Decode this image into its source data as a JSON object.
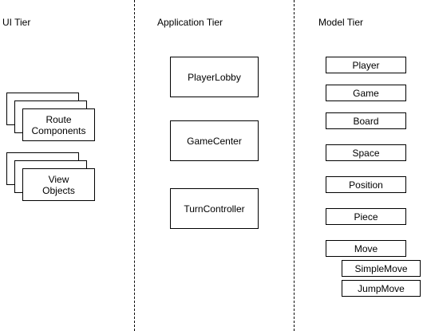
{
  "tiers": {
    "ui": {
      "label": "UI Tier",
      "groups": [
        {
          "label_line1": "Route",
          "label_line2": "Components"
        },
        {
          "label_line1": "View",
          "label_line2": "Objects"
        }
      ]
    },
    "application": {
      "label": "Application Tier",
      "components": [
        "PlayerLobby",
        "GameCenter",
        "TurnController"
      ]
    },
    "model": {
      "label": "Model Tier",
      "components": [
        "Player",
        "Game",
        "Board",
        "Space",
        "Position",
        "Piece",
        "Move",
        "SimpleMove",
        "JumpMove"
      ]
    }
  }
}
